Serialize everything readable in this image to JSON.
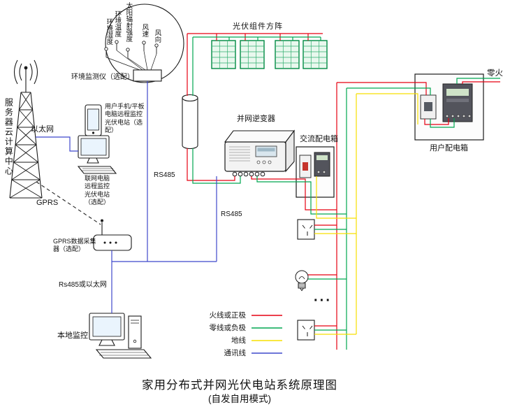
{
  "title": {
    "line1": "家用分布式并网光伏电站系统原理图",
    "line2": "(自发自用模式)"
  },
  "tower": {
    "label": "服务器云计算中心"
  },
  "network": {
    "ethernet": "以太网",
    "gprs": "GPRS",
    "rs485_env": "RS485",
    "rs485_inv": "RS485",
    "rs485_or_ethernet": "Rs485或以太网"
  },
  "notes": {
    "phone": "用户手机/平板电脑远程监控光伏电站（选配）",
    "pc": "联网电脑远程监控光伏电站（选配）",
    "gprs_collector": "GPRS数据采集器（选配）",
    "local_monitor": "本地监控",
    "env_monitor": "环境监测仪（选配）"
  },
  "env_sensors": [
    "环境湿度",
    "环境温度",
    "太阳辐射强度",
    "风速",
    "风向"
  ],
  "pv": {
    "array_label": "光伏组件方阵"
  },
  "devices": {
    "inverter": "并网逆变器",
    "ac_box": "交流配电箱",
    "user_box": "用户配电箱",
    "grid_in": "零火"
  },
  "loads": {
    "ellipsis": "···"
  },
  "legend": {
    "items": [
      {
        "label": "火线或正极",
        "color": "#e60012"
      },
      {
        "label": "零线或负极",
        "color": "#00a651"
      },
      {
        "label": "地线",
        "color": "#f7df00"
      },
      {
        "label": "通讯线",
        "color": "#3f48cc"
      }
    ]
  }
}
